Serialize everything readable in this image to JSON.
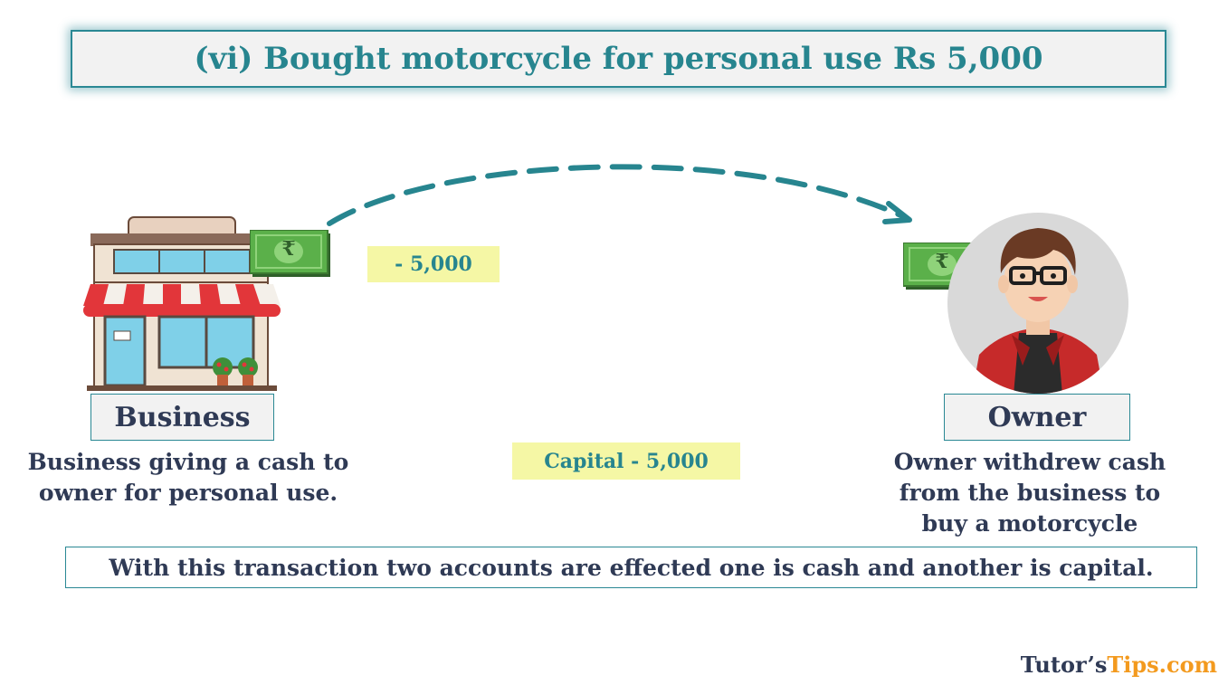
{
  "title": "(vi) Bought motorcycle for personal use Rs 5,000",
  "cash_change": "- 5,000",
  "capital_change": "Capital - 5,000",
  "business": {
    "label": "Business",
    "description_line1": "Business giving a cash to",
    "description_line2": "owner for personal use."
  },
  "owner": {
    "label": "Owner",
    "description_line1": "Owner withdrew cash",
    "description_line2": "from the business to",
    "description_line3": "buy a motorcycle"
  },
  "note": "With this transaction two accounts are effected one is cash and another is capital.",
  "brand": {
    "part1": "Tutor’s",
    "part2": "Tips.com"
  },
  "currency_symbol": "₹",
  "colors": {
    "teal": "#27858f",
    "navy": "#2f3a55",
    "highlight": "#f5f7a5",
    "brand_orange": "#f39a1e"
  },
  "icons": [
    "shop-icon",
    "banknote-icon",
    "owner-avatar-icon",
    "dashed-arrow"
  ]
}
